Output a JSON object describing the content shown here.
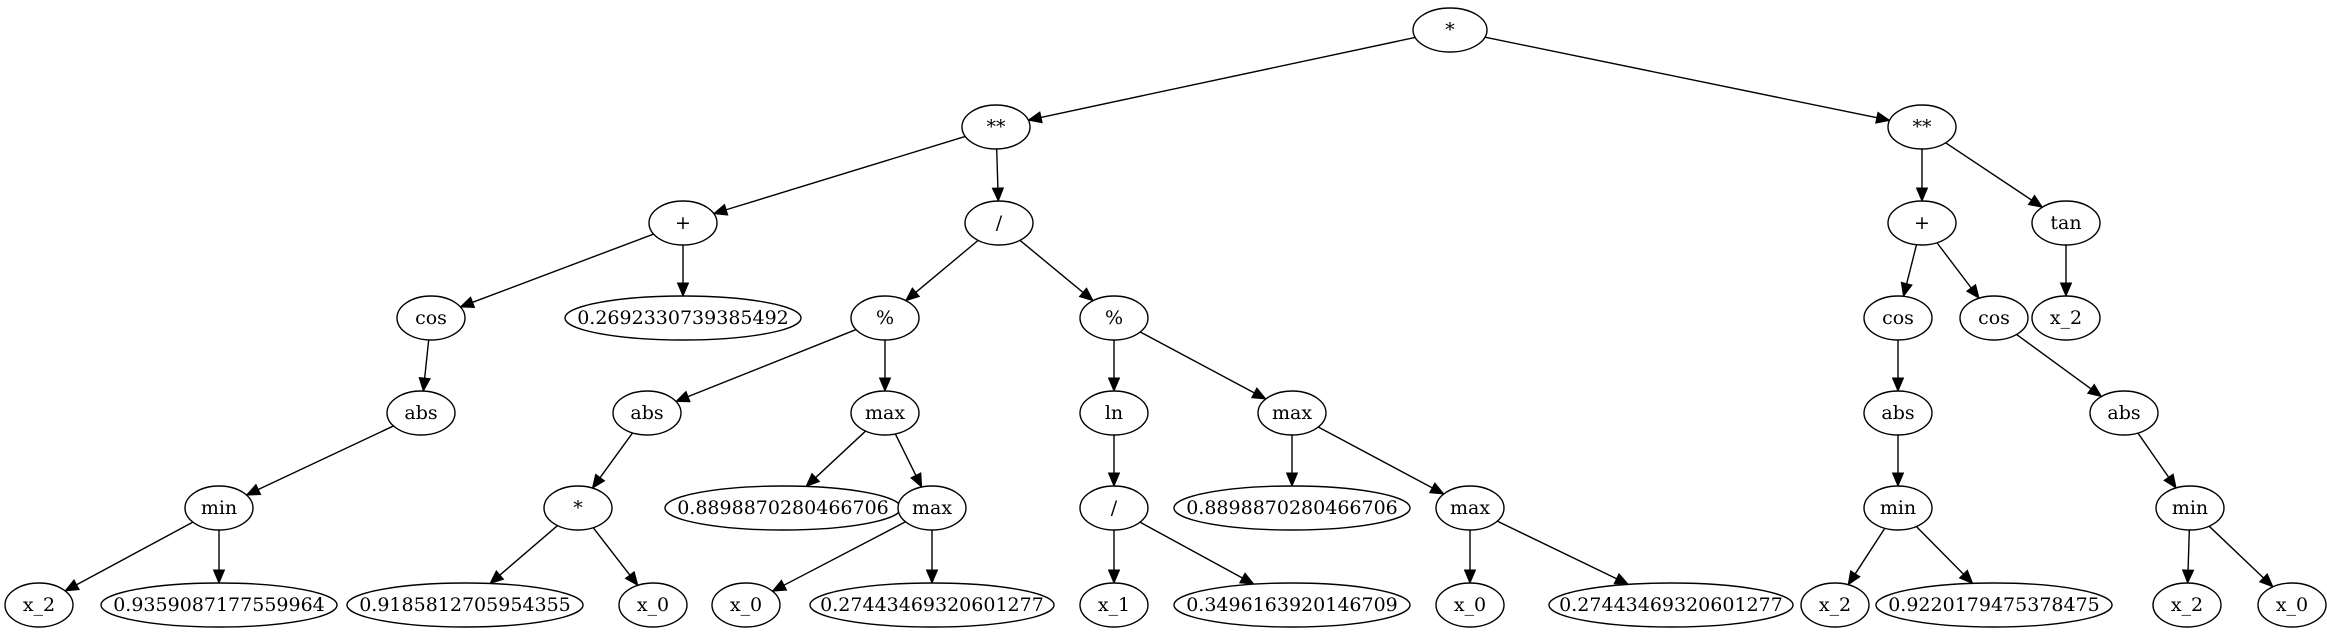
{
  "colors": {
    "background": "#ffffff",
    "stroke": "#000000",
    "text": "#000000"
  },
  "nodes": [
    {
      "id": "n0",
      "label": "*"
    },
    {
      "id": "n1",
      "label": "**"
    },
    {
      "id": "n2",
      "label": "**"
    },
    {
      "id": "n3",
      "label": "+"
    },
    {
      "id": "n4",
      "label": "/"
    },
    {
      "id": "n5",
      "label": "+"
    },
    {
      "id": "n6",
      "label": "tan"
    },
    {
      "id": "n7",
      "label": "cos"
    },
    {
      "id": "n8",
      "label": "0.269233073938549​2"
    },
    {
      "id": "n9",
      "label": "%"
    },
    {
      "id": "n10",
      "label": "%"
    },
    {
      "id": "n11",
      "label": "cos"
    },
    {
      "id": "n12",
      "label": "cos"
    },
    {
      "id": "n13",
      "label": "x_2"
    },
    {
      "id": "n14",
      "label": "abs"
    },
    {
      "id": "n15",
      "label": "abs"
    },
    {
      "id": "n16",
      "label": "max"
    },
    {
      "id": "n17",
      "label": "ln"
    },
    {
      "id": "n18",
      "label": "max"
    },
    {
      "id": "n19",
      "label": "abs"
    },
    {
      "id": "n20",
      "label": "abs"
    },
    {
      "id": "n21",
      "label": "min"
    },
    {
      "id": "n22",
      "label": "*"
    },
    {
      "id": "n23",
      "label": "0.8898870280466706"
    },
    {
      "id": "n24",
      "label": "max"
    },
    {
      "id": "n25",
      "label": "/"
    },
    {
      "id": "n26",
      "label": "0.8898870280466706"
    },
    {
      "id": "n27",
      "label": "max"
    },
    {
      "id": "n28",
      "label": "min"
    },
    {
      "id": "n29",
      "label": "min"
    },
    {
      "id": "n30",
      "label": "x_2"
    },
    {
      "id": "n31",
      "label": "0.9359087177559964"
    },
    {
      "id": "n32",
      "label": "0.9185812705954355"
    },
    {
      "id": "n33",
      "label": "x_0"
    },
    {
      "id": "n34",
      "label": "x_0"
    },
    {
      "id": "n35",
      "label": "0.27443469320601277"
    },
    {
      "id": "n36",
      "label": "x_1"
    },
    {
      "id": "n37",
      "label": "0.3496163920146709"
    },
    {
      "id": "n38",
      "label": "x_0"
    },
    {
      "id": "n39",
      "label": "0.27443469320601277"
    },
    {
      "id": "n40",
      "label": "x_2"
    },
    {
      "id": "n41",
      "label": "0.9220179475378475"
    },
    {
      "id": "n42",
      "label": "x_2"
    },
    {
      "id": "n43",
      "label": "x_0"
    }
  ],
  "edges": [
    [
      "n0",
      "n1"
    ],
    [
      "n0",
      "n2"
    ],
    [
      "n1",
      "n3"
    ],
    [
      "n1",
      "n4"
    ],
    [
      "n2",
      "n5"
    ],
    [
      "n2",
      "n6"
    ],
    [
      "n3",
      "n7"
    ],
    [
      "n3",
      "n8"
    ],
    [
      "n4",
      "n9"
    ],
    [
      "n4",
      "n10"
    ],
    [
      "n5",
      "n11"
    ],
    [
      "n5",
      "n12"
    ],
    [
      "n6",
      "n13"
    ],
    [
      "n7",
      "n14"
    ],
    [
      "n9",
      "n15"
    ],
    [
      "n9",
      "n16"
    ],
    [
      "n10",
      "n17"
    ],
    [
      "n10",
      "n18"
    ],
    [
      "n11",
      "n19"
    ],
    [
      "n12",
      "n20"
    ],
    [
      "n14",
      "n21"
    ],
    [
      "n15",
      "n22"
    ],
    [
      "n16",
      "n23"
    ],
    [
      "n16",
      "n24"
    ],
    [
      "n17",
      "n25"
    ],
    [
      "n18",
      "n26"
    ],
    [
      "n18",
      "n27"
    ],
    [
      "n19",
      "n28"
    ],
    [
      "n20",
      "n29"
    ],
    [
      "n21",
      "n30"
    ],
    [
      "n21",
      "n31"
    ],
    [
      "n22",
      "n32"
    ],
    [
      "n22",
      "n33"
    ],
    [
      "n24",
      "n34"
    ],
    [
      "n24",
      "n35"
    ],
    [
      "n25",
      "n36"
    ],
    [
      "n25",
      "n37"
    ],
    [
      "n27",
      "n38"
    ],
    [
      "n27",
      "n39"
    ],
    [
      "n28",
      "n40"
    ],
    [
      "n28",
      "n41"
    ],
    [
      "n29",
      "n42"
    ],
    [
      "n29",
      "n43"
    ]
  ]
}
